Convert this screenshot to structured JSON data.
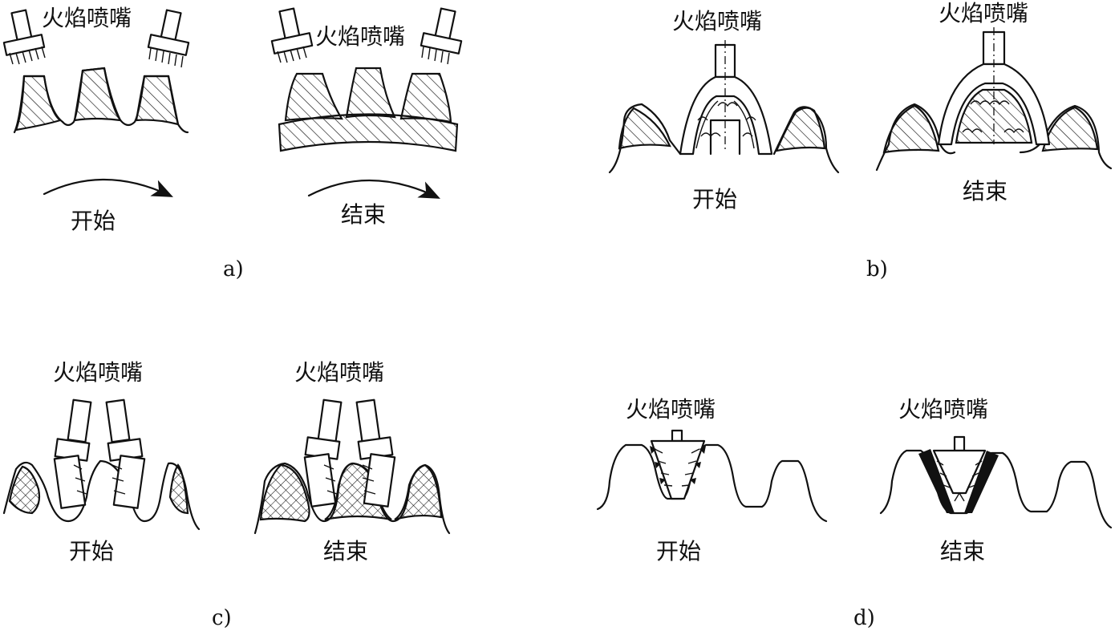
{
  "panels": {
    "a": {
      "caption": "a)",
      "left": {
        "nozzle_label": "火焰喷嘴",
        "state": "开始"
      },
      "right": {
        "nozzle_label": "火焰喷嘴",
        "state": "结束"
      }
    },
    "b": {
      "caption": "b)",
      "left": {
        "nozzle_label": "火焰喷嘴",
        "state": "开始"
      },
      "right": {
        "nozzle_label": "火焰喷嘴",
        "state": "结束"
      }
    },
    "c": {
      "caption": "c)",
      "left": {
        "nozzle_label": "火焰喷嘴",
        "state": "开始"
      },
      "right": {
        "nozzle_label": "火焰喷嘴",
        "state": "结束"
      }
    },
    "d": {
      "caption": "d)",
      "left": {
        "nozzle_label": "火焰喷嘴",
        "state": "开始"
      },
      "right": {
        "nozzle_label": "火焰喷嘴",
        "state": "结束"
      }
    }
  },
  "colors": {
    "ink": "#111111",
    "background": "#ffffff"
  }
}
